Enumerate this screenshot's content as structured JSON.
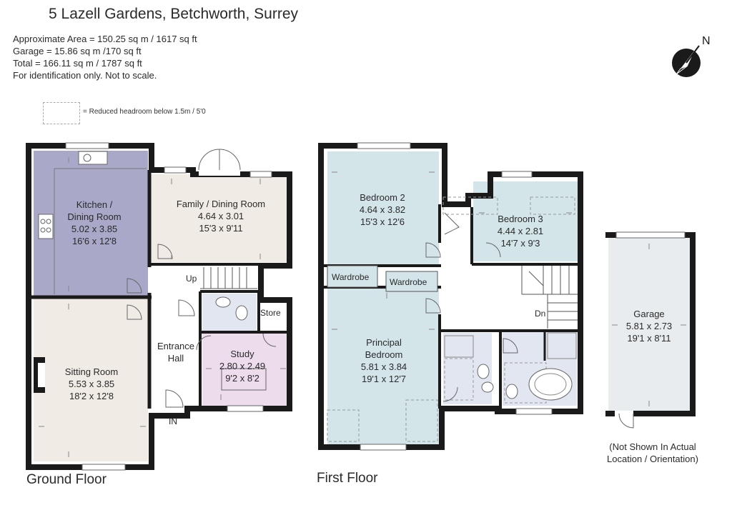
{
  "title": "5 Lazell Gardens, Betchworth, Surrey",
  "info": [
    "Approximate  Area = 150.25 sq m / 1617 sq ft",
    "Garage = 15.86 sq m /170 sq ft",
    "Total = 166.11 sq m / 1787 sq ft",
    "For identification only. Not to scale."
  ],
  "legend": "= Reduced headroom below 1.5m / 5'0",
  "compass": {
    "label": "N"
  },
  "colors": {
    "wall": "#1a1a1a",
    "kitchen": "#a9a8c8",
    "living": "#f0ebe4",
    "bedroom": "#d4e5ea",
    "bathroom": "#e2e6f0",
    "study": "#ecdcec",
    "garage": "#e8ecef"
  },
  "ground_floor": {
    "label": "Ground Floor",
    "kitchen": {
      "name1": "Kitchen /",
      "name2": "Dining Room",
      "dims_m": "5.02 x 3.85",
      "dims_ft": "16'6 x 12'8"
    },
    "family": {
      "name": "Family / Dining Room",
      "dims_m": "4.64 x 3.01",
      "dims_ft": "15'3 x 9'11"
    },
    "sitting": {
      "name": "Sitting Room",
      "dims_m": "5.53 x 3.85",
      "dims_ft": "18'2 x 12'8"
    },
    "hall": {
      "name1": "Entrance",
      "name2": "Hall"
    },
    "study": {
      "name": "Study",
      "dims_m": "2.80 x 2.49",
      "dims_ft": "9'2 x 8'2"
    },
    "store": "Store",
    "up": "Up",
    "in": "IN"
  },
  "first_floor": {
    "label": "First Floor",
    "bedroom2": {
      "name": "Bedroom 2",
      "dims_m": "4.64 x 3.82",
      "dims_ft": "15'3 x 12'6"
    },
    "bedroom3": {
      "name": "Bedroom 3",
      "dims_m": "4.44 x 2.81",
      "dims_ft": "14'7 x 9'3"
    },
    "principal": {
      "name1": "Principal",
      "name2": "Bedroom",
      "dims_m": "5.81 x 3.84",
      "dims_ft": "19'1 x 12'7"
    },
    "wardrobe1": "Wardrobe",
    "wardrobe2": "Wardrobe",
    "dn": "Dn"
  },
  "garage": {
    "name": "Garage",
    "dims_m": "5.81 x 2.73",
    "dims_ft": "19'1 x 8'11",
    "note1": "(Not Shown In Actual",
    "note2": "Location / Orientation)"
  }
}
